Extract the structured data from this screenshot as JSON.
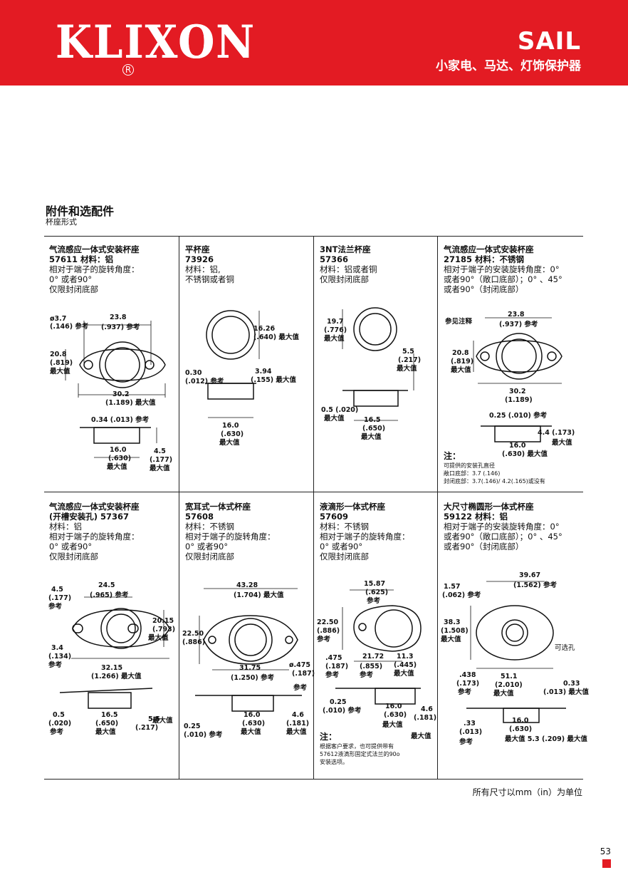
{
  "header": {
    "logo": "KLIXON",
    "registered": "R",
    "brand": "SAIL",
    "subtitle": "小家电、马达、灯饰保护器"
  },
  "section": {
    "title": "附件和选配件",
    "subtitle": "杯座形式"
  },
  "cells": [
    {
      "title": "气流感应一体式安装杯座",
      "lines": [
        "57611  材料：铝",
        "相对于端子的旋转角度：",
        "0°  或者90°",
        "仅限封闭底部"
      ],
      "dims": {
        "a": "ø3.7",
        "a2": "(.146) 参考",
        "b": "23.8",
        "b2": "(.937) 参考",
        "c": "20.8",
        "c2": "(.819)",
        "c3": "最大值",
        "d": "30.2",
        "d2": "(1.189) 最大值",
        "e": "0.34 (.013) 参考",
        "f": "16.0",
        "f2": "(.630)",
        "f3": "最大值",
        "g": "4.5",
        "g2": "(.177)",
        "g3": "最大值"
      }
    },
    {
      "title": "平杯座",
      "lines": [
        "73926",
        "材料：铝,",
        "不锈钢或者铜"
      ],
      "dims": {
        "a": "16.26",
        "a2": "(.640) 最大值",
        "b": "0.30",
        "b2": "(.012) 参考",
        "c": "3.94",
        "c2": "(.155) 最大值",
        "d": "16.0",
        "d2": "(.630)",
        "d3": "最大值"
      }
    },
    {
      "title": "3NT法兰杯座",
      "lines": [
        "57366",
        "材料：铝或者铜",
        "仅限封闭底部"
      ],
      "dims": {
        "a": "19.7",
        "a2": "(.776)",
        "a3": "最大值",
        "b": "5.5",
        "b2": "(.217)",
        "b3": "最大值",
        "c": "0.5 (.020)",
        "c2": "最大值",
        "d": "16.5",
        "d2": "(.650)",
        "d3": "最大值"
      }
    },
    {
      "title": "气流感应一体式安装杯座",
      "lines": [
        "27185  材料：不锈钢",
        "相对于端子的安装旋转角度：0°",
        "或者90°（敞口底部）；0° 、45°",
        "或者90°（封闭底部）"
      ],
      "dims": {
        "a": "参见注释",
        "b": "23.8",
        "b2": "(.937) 参考",
        "c": "20.8",
        "c2": "(.819)",
        "c3": "最大值",
        "d": "30.2",
        "d2": "(1.189)",
        "e": "0.25 (.010) 参考",
        "f": "4.4 (.173)",
        "f2": "最大值",
        "g": "16.0",
        "g2": "(.630) 最大值"
      },
      "note": {
        "label": "注：",
        "lines": [
          "可提供的安装孔直径",
          "敞口底部：3.7 (.146)",
          "封闭底部：3.7(.146)/ 4.2(.165)或没有"
        ]
      }
    },
    {
      "title": "气流感应一体式安装杯座",
      "title2": "(开槽安装孔)  57367",
      "lines": [
        "材料：铝",
        "相对于端子的旋转角度：",
        "0°  或者90°",
        "仅限封闭底部"
      ],
      "dims": {
        "a": "4.5",
        "a2": "(.177)",
        "a3": "参考",
        "b": "24.5",
        "b2": "(.965) 参考",
        "c": "20.15",
        "c2": "(.793)",
        "c3": "最大值",
        "d": "3.4",
        "d2": "(.134)",
        "d3": "参考",
        "e": "32.15",
        "e2": "(1.266) 最大值",
        "f": "0.5",
        "f2": "(.020)",
        "f3": "参考",
        "g": "16.5",
        "g2": "(.650)",
        "g3": "最大值",
        "h": "5.5",
        "h2": "(.217)",
        "h3": "最大值"
      }
    },
    {
      "title": "宽耳式一体式杯座",
      "lines": [
        "57608",
        "材料：不锈钢",
        "相对于端子的旋转角度：",
        "0°  或者90°",
        "仅限封闭底部"
      ],
      "dims": {
        "a": "43.28",
        "a2": "(1.704) 最大值",
        "b": "22.50",
        "b2": "(.886)",
        "c": "31.75",
        "c2": "(1.250) 参考",
        "d": "ø.475",
        "d2": "(.187)",
        "d3": "参考",
        "e": "0.25",
        "e2": "(.010) 参考",
        "f": "16.0",
        "f2": "(.630)",
        "f3": "最大值",
        "g": "4.6",
        "g2": "(.181)",
        "g3": "最大值"
      }
    },
    {
      "title": "液滴形一体式杯座",
      "lines": [
        "57609",
        "材料：不锈钢",
        "相对于端子的旋转角度：",
        "0°  或者90°",
        "仅限封闭底部"
      ],
      "dims": {
        "a": "15.87",
        "a2": "(.625)",
        "a3": "参考",
        "b": "22.50",
        "b2": "(.886)",
        "b3": "参考",
        "c": ".475",
        "c2": "(.187)",
        "c3": "参考",
        "d": "21.72",
        "d2": "(.855)",
        "d3": "参考",
        "e": "11.3",
        "e2": "(.445)",
        "e3": "最大值",
        "f": "0.25",
        "f2": "(.010) 参考",
        "g": "16.0",
        "g2": "(.630)",
        "g3": "最大值",
        "h": "4.6",
        "h2": "(.181)",
        "h3": "最大值"
      },
      "note": {
        "label": "注：",
        "lines": [
          "根据客户要求，也可提供带有",
          "57612液滴形固定式法兰的90o",
          "安装选项。"
        ]
      }
    },
    {
      "title": "大尺寸椭圆形一体式杯座",
      "lines": [
        "59122  材料：铝",
        "相对于端子的安装旋转角度：0°",
        "或者90°（敞口底部）；0° 、45°",
        "或者90°（封闭底部）"
      ],
      "dims": {
        "a": "1.57",
        "a2": "(.062) 参考",
        "b": "39.67",
        "b2": "(1.562) 参考",
        "c": "38.3",
        "c2": "(1.508)",
        "c3": "最大值",
        "d": "可选孔",
        "e": ".438",
        "e2": "(.173)",
        "e3": "参考",
        "f": "51.1",
        "f2": "(2.010)",
        "f3": "最大值",
        "g": "0.33",
        "g2": "(.013) 最大值",
        "h": ".33",
        "h2": "(.013)",
        "h3": "参考",
        "i": "16.0",
        "i2": "(.630)",
        "j": "最大值 5.3 (.209) 最大值"
      }
    }
  ],
  "footer": {
    "units": "所有尺寸以mm（in）为单位",
    "page": "53"
  }
}
